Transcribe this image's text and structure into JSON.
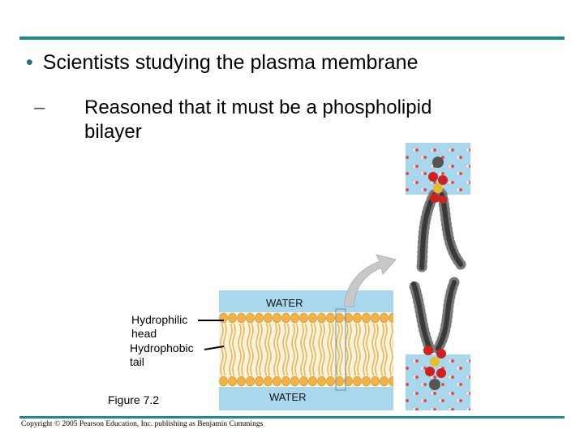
{
  "slide": {
    "bullet_symbol": "•",
    "bullet_main": "Scientists studying the plasma membrane",
    "sub_symbol": "–",
    "bullet_sub": "Reasoned that it must be a phospholipid bilayer"
  },
  "figure": {
    "water_top": "WATER",
    "water_bottom": "WATER",
    "label_head": "Hydrophilic head",
    "label_tail": "Hydrophobic tail",
    "caption": "Figure 7.2"
  },
  "footer": {
    "copyright": "Copyright © 2005 Pearson Education, Inc. publishing as Benjamin Cummings"
  },
  "colors": {
    "accent_rule": "#1f8a8a",
    "water_blue": "#a9d7ee",
    "head_orange": "#f0b24a",
    "tail_yellow": "#f2cf7a"
  }
}
